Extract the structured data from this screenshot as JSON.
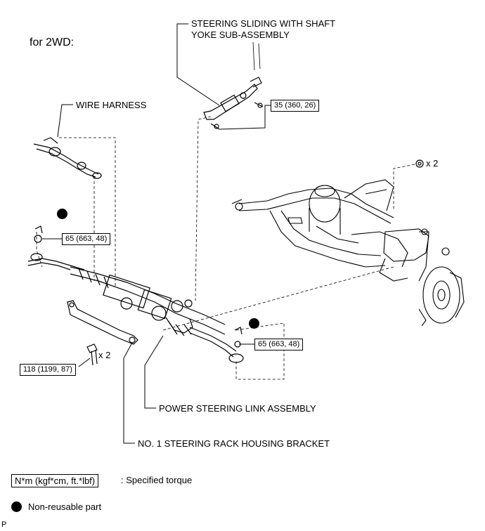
{
  "title": "for 2WD:",
  "labels": {
    "steering_sliding": [
      "STEERING SLIDING WITH SHAFT",
      "YOKE SUB-ASSEMBLY"
    ],
    "wire_harness": "WIRE HARNESS",
    "power_steering_link": "POWER STEERING LINK ASSEMBLY",
    "rack_bracket": "NO. 1 STEERING RACK HOUSING BRACKET"
  },
  "torques": {
    "shaft_bolt": "35 (360, 26)",
    "left_nut": "65 (663, 48)",
    "right_nut": "65 (663, 48)",
    "bracket_bolt": "118 (1199, 87)"
  },
  "multipliers": {
    "nut_top_right": "x 2",
    "bracket_bolt": "x 2"
  },
  "legend": {
    "torque_sample": "N*m (kgf*cm, ft.*lbf)",
    "torque_desc": ": Specified torque",
    "nonreusable_desc": "Non-reusable part"
  },
  "corner_mark": "P"
}
